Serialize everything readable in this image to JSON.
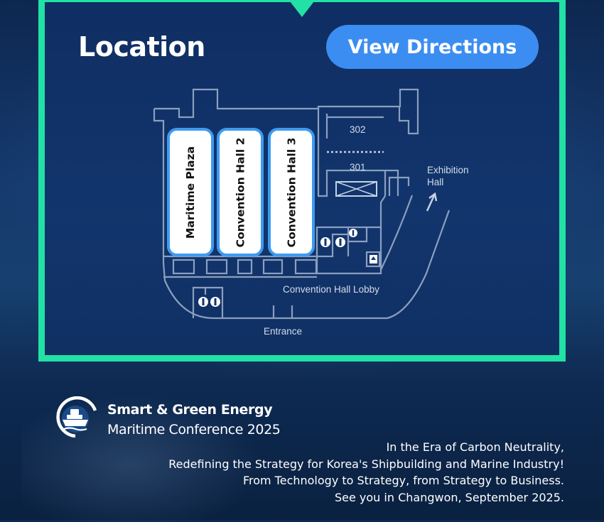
{
  "location": {
    "title": "Location",
    "button_label": "View Directions",
    "accent_color": "#22e1a4",
    "button_color": "#3b8df1"
  },
  "map": {
    "halls": [
      "Maritime Plaza",
      "Convention Hall 2",
      "Convention Hall 3"
    ],
    "rooms": [
      "302",
      "301"
    ],
    "exhibition_hall": [
      "Exhibition",
      "Hall"
    ],
    "lobby": "Convention Hall Lobby",
    "entrance": "Entrance",
    "icons": [
      "restroom-icon",
      "elevator-icon",
      "arrow-up-right-icon"
    ]
  },
  "brand": {
    "line1": "Smart & Green Energy",
    "line2": "Maritime Conference 2025",
    "logo_icon": "ship-logo-icon"
  },
  "tagline": [
    "In the Era of Carbon Neutrality,",
    "Redefining the Strategy for Korea's Shipbuilding and Marine Industry!",
    "From Technology to Strategy, from Strategy to Business.",
    "See you in Changwon, September 2025."
  ]
}
